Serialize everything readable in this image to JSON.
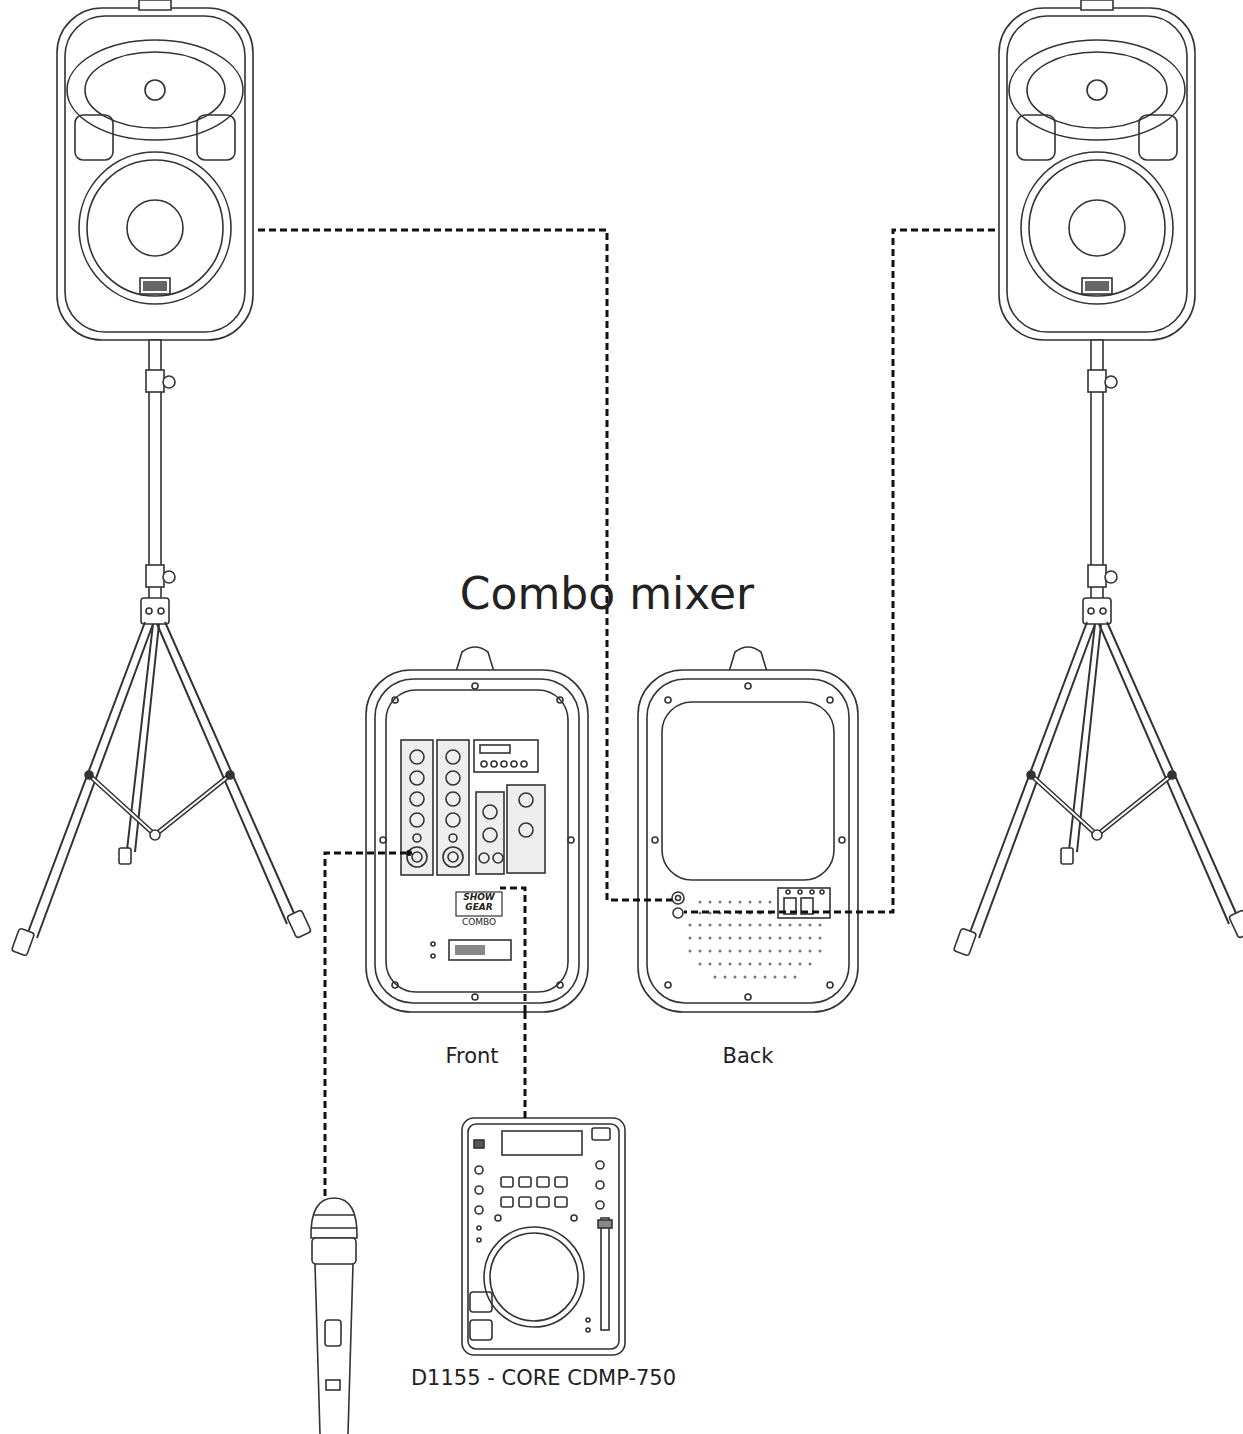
{
  "diagram": {
    "nodes": [
      {
        "text": [
          "SHOW GEAR",
          "COMBO",
          "Front"
        ]
      },
      {
        "text": [
          "Back"
        ]
      },
      {
        "text": [
          "D1155 - CORE CDMP-750"
        ]
      }
    ],
    "edges": [
      {
        "from": 2,
        "to": 0,
        "arrow": "none"
      }
    ],
    "labels": [
      "Combo mixer"
    ]
  }
}
